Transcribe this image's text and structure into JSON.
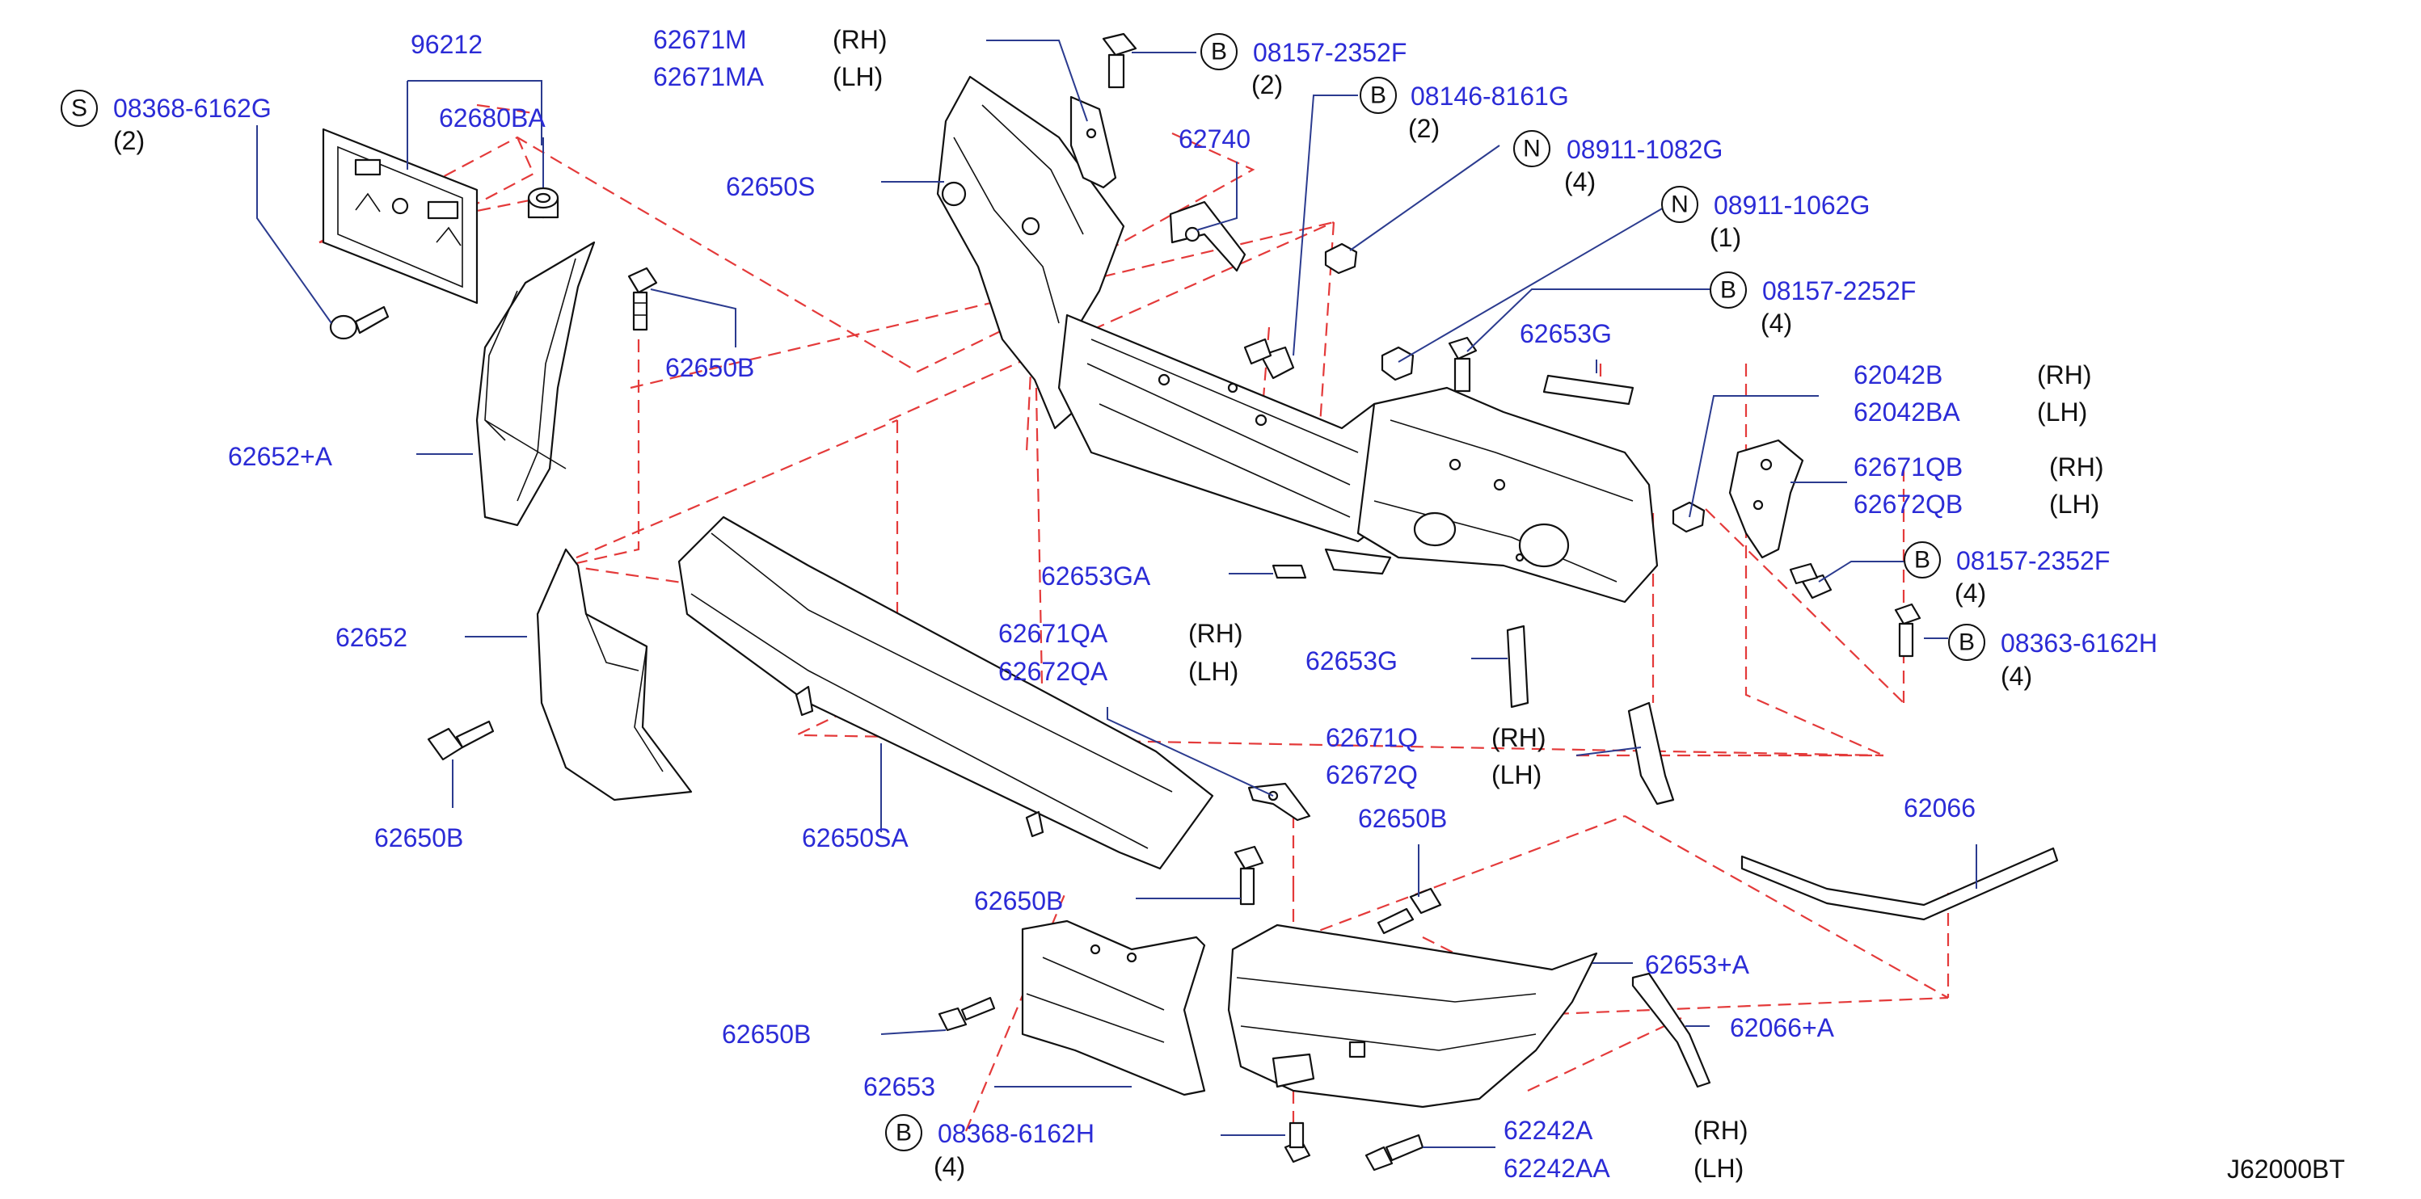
{
  "labels": {
    "p96212": "96212",
    "p62680BA": "62680BA",
    "p62652A": "62652+A",
    "p62650B_1": "62650B",
    "p62650B_2": "62650B",
    "p62650B_3": "62650B",
    "p62650B_4": "62650B",
    "p62650B_5": "62650B",
    "p62652": "62652",
    "p62650S": "62650S",
    "p62650SA": "62650SA",
    "p62671M": "62671M",
    "p62671MA": "62671MA",
    "p62740": "62740",
    "p62653G_1": "62653G",
    "p62653G_2": "62653G",
    "p62653GA": "62653GA",
    "p62671QA": "62671QA",
    "p62672QA": "62672QA",
    "p62671Q": "62671Q",
    "p62672Q": "62672Q",
    "p62042B": "62042B",
    "p62042BA": "62042BA",
    "p62671QB": "62671QB",
    "p62672QB": "62672QB",
    "p62066": "62066",
    "p62066A": "62066+A",
    "p62653A": "62653+A",
    "p62653": "62653",
    "p62242A": "62242A",
    "p62242AA": "62242AA"
  },
  "fasteners": {
    "f08368_6162G": {
      "symbol": "S",
      "code": "08368-6162G",
      "qty": "(2)"
    },
    "f08157_2352F_top": {
      "symbol": "B",
      "code": "08157-2352F",
      "qty": "(2)"
    },
    "f08146_8161G": {
      "symbol": "B",
      "code": "08146-8161G",
      "qty": "(2)"
    },
    "f08911_1082G": {
      "symbol": "N",
      "code": "08911-1082G",
      "qty": "(4)"
    },
    "f08911_1062G": {
      "symbol": "N",
      "code": "08911-1062G",
      "qty": "(1)"
    },
    "f08157_2252F": {
      "symbol": "B",
      "code": "08157-2252F",
      "qty": "(4)"
    },
    "f08157_2352F_right": {
      "symbol": "B",
      "code": "08157-2352F",
      "qty": "(4)"
    },
    "f08363_6162H": {
      "symbol": "B",
      "code": "08363-6162H",
      "qty": "(4)"
    },
    "f08368_6162H": {
      "symbol": "B",
      "code": "08368-6162H",
      "qty": "(4)"
    }
  },
  "qualifiers": {
    "rh": "(RH)",
    "lh": "(LH)"
  },
  "diagram_code": "J62000BT",
  "colors": {
    "label": "#2b2bd6",
    "leader": "#2b3b8f",
    "phantom_line": "#e43a3a",
    "part_outline": "#111111"
  }
}
